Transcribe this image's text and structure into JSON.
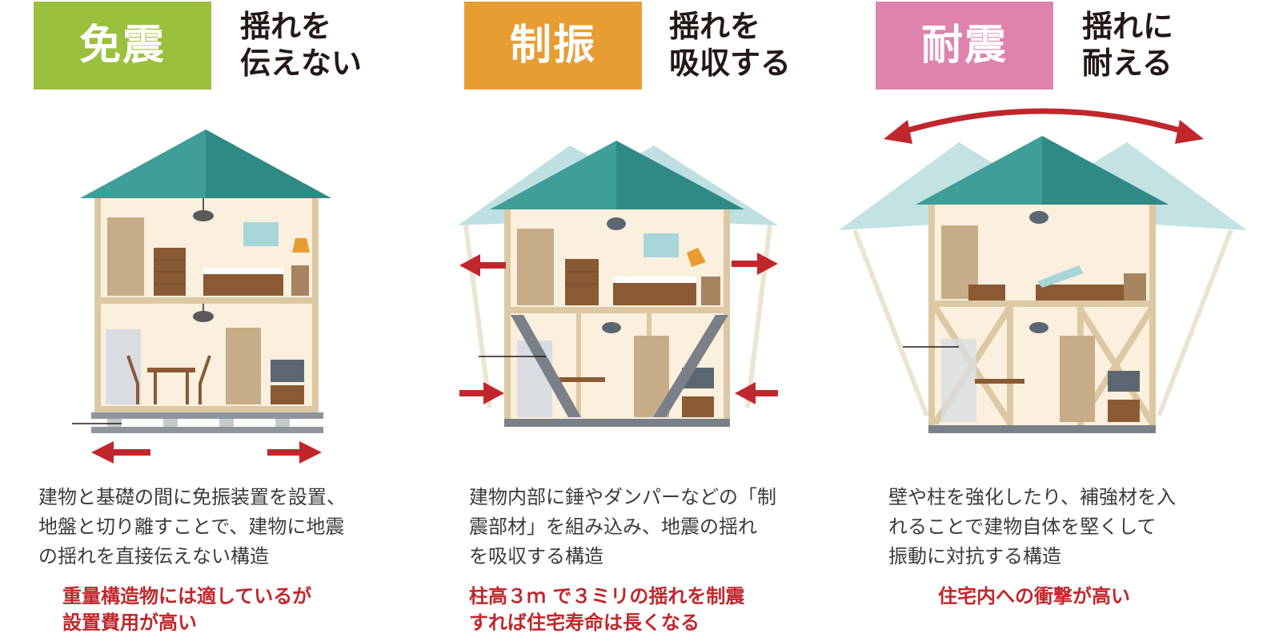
{
  "colors": {
    "menshin": "#9ac03e",
    "seishin": "#e89d33",
    "taishin": "#de83ad",
    "roof": "#3f9e98",
    "roof_ghost": "#a8d6d8",
    "wall": "#fbefdd",
    "frame": "#dcc8a2",
    "arrow": "#c0272d",
    "note": "#c0272d"
  },
  "panels": [
    {
      "title": "免震",
      "tagline": [
        "揺れを",
        "伝えない"
      ],
      "description": [
        "建物と基礎の間に免振装置を設置、",
        "地盤と切り離すことで、建物に地震",
        "の揺れを直接伝えない構造"
      ],
      "note": [
        "重量構造物には適しているが",
        "設置費用が高い"
      ],
      "icons": [
        "house-icon",
        "isolation-device-icon",
        "horizontal-arrows-icon"
      ]
    },
    {
      "title": "制振",
      "tagline": [
        "揺れを",
        "吸収する"
      ],
      "description": [
        "建物内部に錘やダンパーなどの「制",
        "震部材」を組み込み、地震の揺れ",
        "を吸収する構造"
      ],
      "note": [
        "柱高３ｍ で３ミリの揺れを制震",
        "すれば住宅寿命は長くなる"
      ],
      "icons": [
        "house-icon",
        "damper-icon",
        "sway-arrows-icon"
      ]
    },
    {
      "title": "耐震",
      "tagline": [
        "揺れに",
        "耐える"
      ],
      "description": [
        "壁や柱を強化したり、補強材を入",
        "れることで建物自体を堅くして",
        "振動に対抗する構造"
      ],
      "note": [
        "住宅内への衝撃が高い"
      ],
      "icons": [
        "house-icon",
        "cross-brace-icon",
        "curved-arrow-icon"
      ]
    }
  ]
}
